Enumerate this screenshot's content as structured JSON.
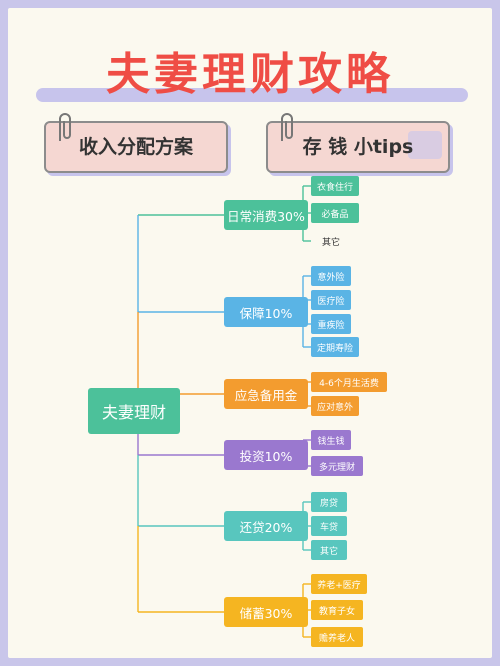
{
  "title": "夫妻理财攻略",
  "cards": {
    "left": "收入分配方案",
    "right": "存 钱 小tips"
  },
  "root": {
    "label": "夫妻理财",
    "color": "#4cc19a"
  },
  "branches": [
    {
      "label": "日常消费30%",
      "color": "#4cc19a",
      "line": "#4cc19a",
      "leaves": [
        {
          "label": "衣食住行",
          "filled": true
        },
        {
          "label": "必备品",
          "filled": true
        },
        {
          "label": "其它",
          "filled": false
        }
      ]
    },
    {
      "label": "保障10%",
      "color": "#5ab4e5",
      "line": "#5ab4e5",
      "leaves": [
        {
          "label": "意外险",
          "filled": true
        },
        {
          "label": "医疗险",
          "filled": true
        },
        {
          "label": "重疾险",
          "filled": true
        },
        {
          "label": "定期寿险",
          "filled": true
        }
      ]
    },
    {
      "label": "应急备用金",
      "color": "#f39c2f",
      "line": "#f39c2f",
      "leaves": [
        {
          "label": "4-6个月生活费",
          "filled": true
        },
        {
          "label": "应对意外",
          "filled": true
        }
      ]
    },
    {
      "label": "投资10%",
      "color": "#9a78cf",
      "line": "#9a78cf",
      "leaves": [
        {
          "label": "钱生钱",
          "filled": true
        },
        {
          "label": "多元理财",
          "filled": true
        }
      ]
    },
    {
      "label": "还贷20%",
      "color": "#58c6be",
      "line": "#58c6be",
      "leaves": [
        {
          "label": "房贷",
          "filled": true
        },
        {
          "label": "车贷",
          "filled": true
        },
        {
          "label": "其它",
          "filled": true
        }
      ]
    },
    {
      "label": "储蓄30%",
      "color": "#f5b521",
      "line": "#f5b521",
      "leaves": [
        {
          "label": "养老+医疗",
          "filled": true
        },
        {
          "label": "教育子女",
          "filled": true
        },
        {
          "label": "赡养老人",
          "filled": true
        }
      ]
    }
  ]
}
